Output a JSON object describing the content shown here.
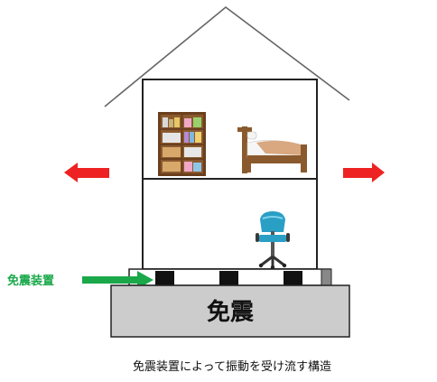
{
  "labels": {
    "device": "免震装置",
    "base": "免震",
    "caption": "免震装置によって振動を受け流す構造"
  },
  "colors": {
    "arrow_sway": "#ee2222",
    "arrow_device": "#1aa84a",
    "base_fill": "#cccccc",
    "outline": "#222222",
    "roof": "#666666"
  },
  "icons": [
    "bookshelf-icon",
    "bed-icon",
    "office-chair-icon"
  ]
}
